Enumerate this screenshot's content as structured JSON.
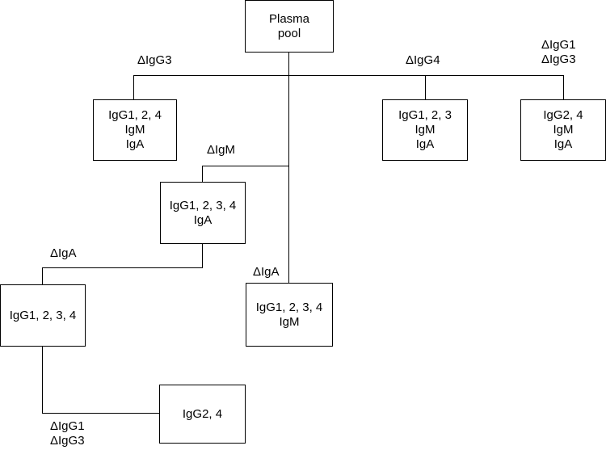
{
  "nodes": {
    "plasma_pool": [
      "Plasma",
      "pool"
    ],
    "minus_igg3": [
      "IgG1, 2, 4",
      "IgM",
      "IgA"
    ],
    "minus_igg4": [
      "IgG1, 2, 3",
      "IgM",
      "IgA"
    ],
    "minus_igg1_igg3": [
      "IgG2, 4",
      "IgM",
      "IgA"
    ],
    "minus_igm": [
      "IgG1, 2, 3, 4",
      "IgA"
    ],
    "minus_igm_iga": [
      "IgG1, 2, 3, 4"
    ],
    "minus_iga": [
      "IgG1, 2, 3, 4",
      "IgM"
    ],
    "minus_igm_iga_igg1_igg3": [
      "IgG2, 4"
    ]
  },
  "edge_labels": {
    "igg3": [
      "ΔIgG3"
    ],
    "igg4": [
      "ΔIgG4"
    ],
    "igg1_igg3_top": [
      "ΔIgG1",
      "ΔIgG3"
    ],
    "igm": [
      "ΔIgM"
    ],
    "iga_left": [
      "ΔIgA"
    ],
    "iga_center": [
      "ΔIgA"
    ],
    "igg1_igg3_bottom": [
      "ΔIgG1",
      "ΔIgG3"
    ]
  }
}
